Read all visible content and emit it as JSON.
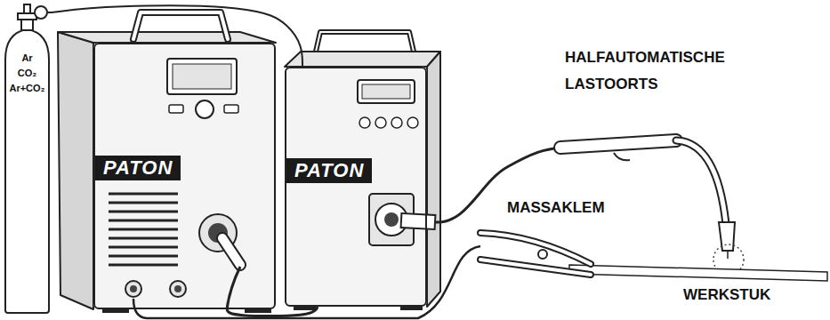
{
  "diagram": {
    "nodes": [
      {
        "text": [
          "Ar",
          "CO₂",
          "Ar+CO₂"
        ]
      },
      {
        "text": [
          "PATON"
        ]
      },
      {
        "text": [
          "PATON"
        ]
      }
    ],
    "edges": [
      {
        "from": 0,
        "to": 2,
        "arrow": "none"
      },
      {
        "from": 1,
        "to": 2,
        "arrow": "none"
      }
    ],
    "labels": [
      "HALFAUTOMATISCHE LASTOORTS",
      "MASSAKLEM",
      "WERKSTUK"
    ]
  }
}
